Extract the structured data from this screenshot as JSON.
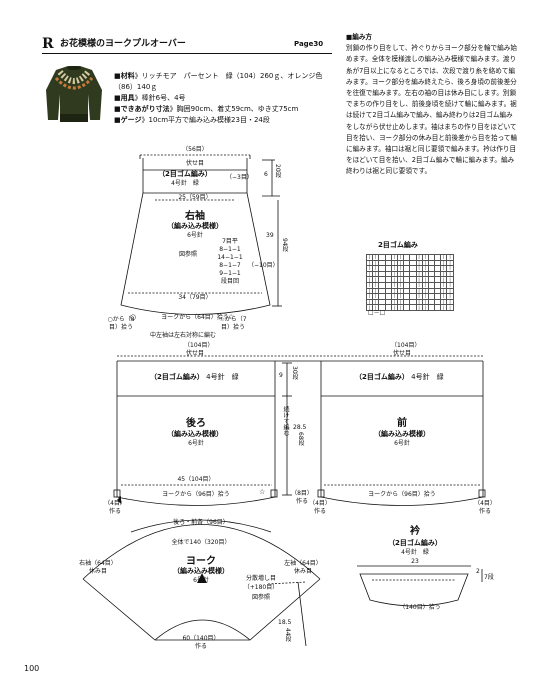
{
  "header": {
    "letter": "R",
    "title": "お花模様のヨークプルオーバー",
    "page_ref": "Page30",
    "page_number": "100"
  },
  "materials": {
    "items": [
      {
        "key": "■材料",
        "text": "》リッチモア　パーセント　緑（104）260ｇ、オレンジ色（86）140ｇ"
      },
      {
        "key": "■用具",
        "text": "》棒針6号、4号"
      },
      {
        "key": "■できあがり寸法",
        "text": "》胸囲90cm、着丈59cm、ゆき丈75cm"
      },
      {
        "key": "■ゲージ",
        "text": "》10cm平方で編み込み模様23目・24段"
      }
    ]
  },
  "howto": {
    "heading": "■編み方",
    "body": "別鎖の作り目をして、衿ぐりからヨーク部分を輪で編み始めます。全体を模様渡しの編み込み模様で編みます。渡り糸が7目以上になるところでは、次段で渡り糸を絡めて編みます。ヨーク部分を編み終えたら、後ろ身頃の前後差分を往復で編みます。左右の袖の目は休み目にします。別鎖でまちの作り目をし、前後身頃を続けて輪に編みます。裾は続けて2目ゴム編みで編み、編み終わりは2目ゴム編みをしながら伏せ止めします。袖はまちの作り目をほどいて目を拾い、ヨーク部分の休み目と前後差から目を拾って輪に編みます。袖口は裾と同じ要領で編みます。衿は作り目をほどいて目を拾い、2目ゴム編みで輪に編みます。編み終わりは裾と同じ要領です。"
  },
  "sleeve": {
    "top_width": "（56目）",
    "bind_off": "伏せ目",
    "cuff": "（2目ゴム編み）",
    "cuff_needle": "4号針　緑",
    "cuff_dec": "（−3目）",
    "cuff_height_cm": "6",
    "cuff_rows": "20段",
    "width_top": "25（59目）",
    "title": "右袖",
    "pattern": "（編み込み模様）",
    "needle": "6号針",
    "chart_ref": "図参照",
    "dec_rules": [
      "7目平",
      "8−1−1",
      "14−1−1",
      "8−1−7",
      "9−1−1",
      "段目回"
    ],
    "dec_total": "（−10目）",
    "length_cm": "39",
    "length_rows": "94段",
    "bottom_width": "34（79目）",
    "pickup_left": "○から（8目）拾う",
    "pickup_mid": "ヨークから（64目）拾う",
    "pickup_right": "☆から（7目）拾う",
    "note": "中左袖は左右対称に編む"
  },
  "body": {
    "width_top": "（104目）",
    "bind_off": "伏せ目",
    "rib": "（2目ゴム編み）",
    "rib_needle": "4号針　緑",
    "rib_cm": "9",
    "rib_rows": "30段",
    "continue_label": "続けて編む",
    "back_title": "後ろ",
    "front_title": "前",
    "pattern": "（編み込み模様）",
    "needle": "6号針",
    "length_cm": "28.5",
    "length_rows": "68段",
    "width": "45（104目）",
    "back_pickup": "ヨークから（96目）拾う",
    "front_pickup": "ヨークから（96目）拾う",
    "gusset": "（8目）作る",
    "gusset_left": "（4目）作る",
    "gusset_right": "（4目）作る",
    "star": "☆",
    "circle": "○"
  },
  "rib_chart": {
    "title": "2目ゴム編み",
    "legend": "□＝□"
  },
  "yoke": {
    "back_front": "後ろ・前各（96目）",
    "total": "全体で140（320目）",
    "title": "ヨーク",
    "pattern": "（編み込み模様）",
    "needle": "6号針",
    "inc_label": "分散増し目",
    "inc": "（+180目）",
    "chart_ref": "図参照",
    "left_sleeve": "右袖（64目）休み目",
    "right_sleeve": "左袖（64目）休み目",
    "depth_cm": "18.5",
    "depth_rows": "44段",
    "neck": "60（140目）",
    "neck_make": "作る"
  },
  "collar": {
    "title": "衿",
    "rib": "（2目ゴム編み）",
    "needle": "4号針　緑",
    "width": "23",
    "height_cm": "2",
    "height_rows": "7段",
    "pickup": "（140目）拾う"
  }
}
